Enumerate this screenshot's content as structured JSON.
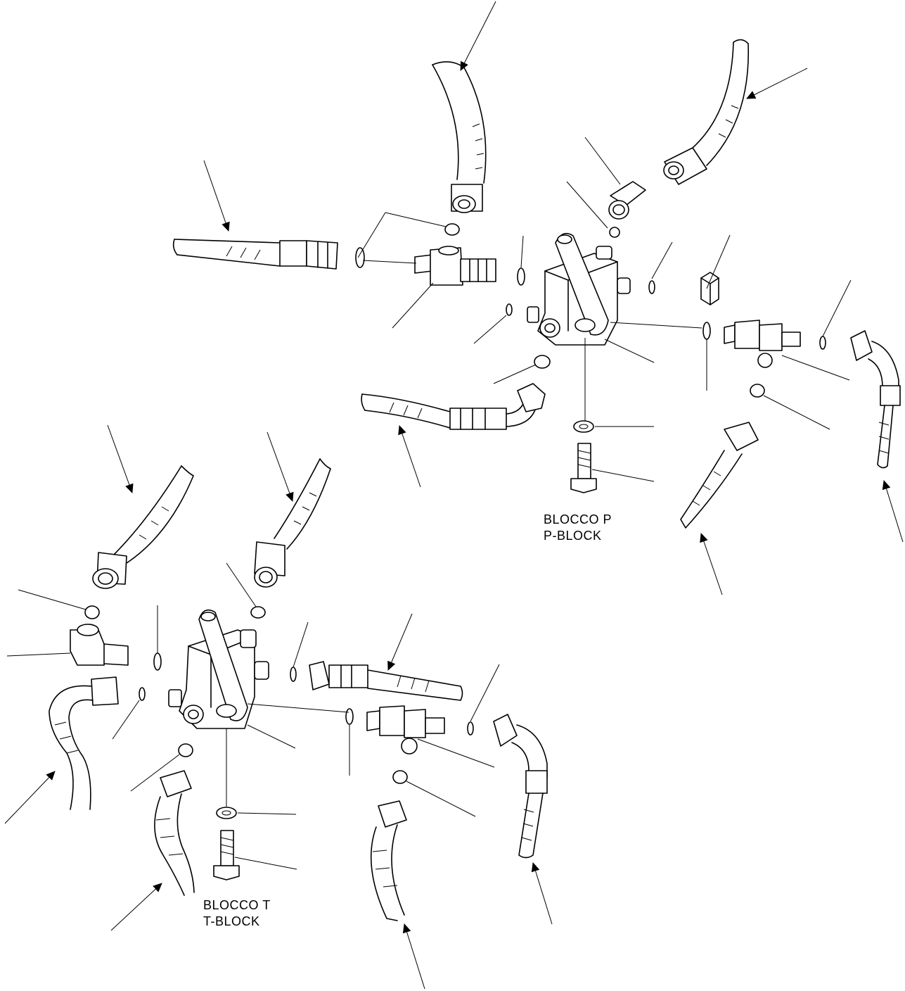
{
  "labels": {
    "p_block_it": "BLOCCO P",
    "p_block_en": "P-BLOCK",
    "t_block_it": "BLOCCO T",
    "t_block_en": "T-BLOCK"
  },
  "colors": {
    "line": "#000000",
    "background": "#ffffff"
  }
}
